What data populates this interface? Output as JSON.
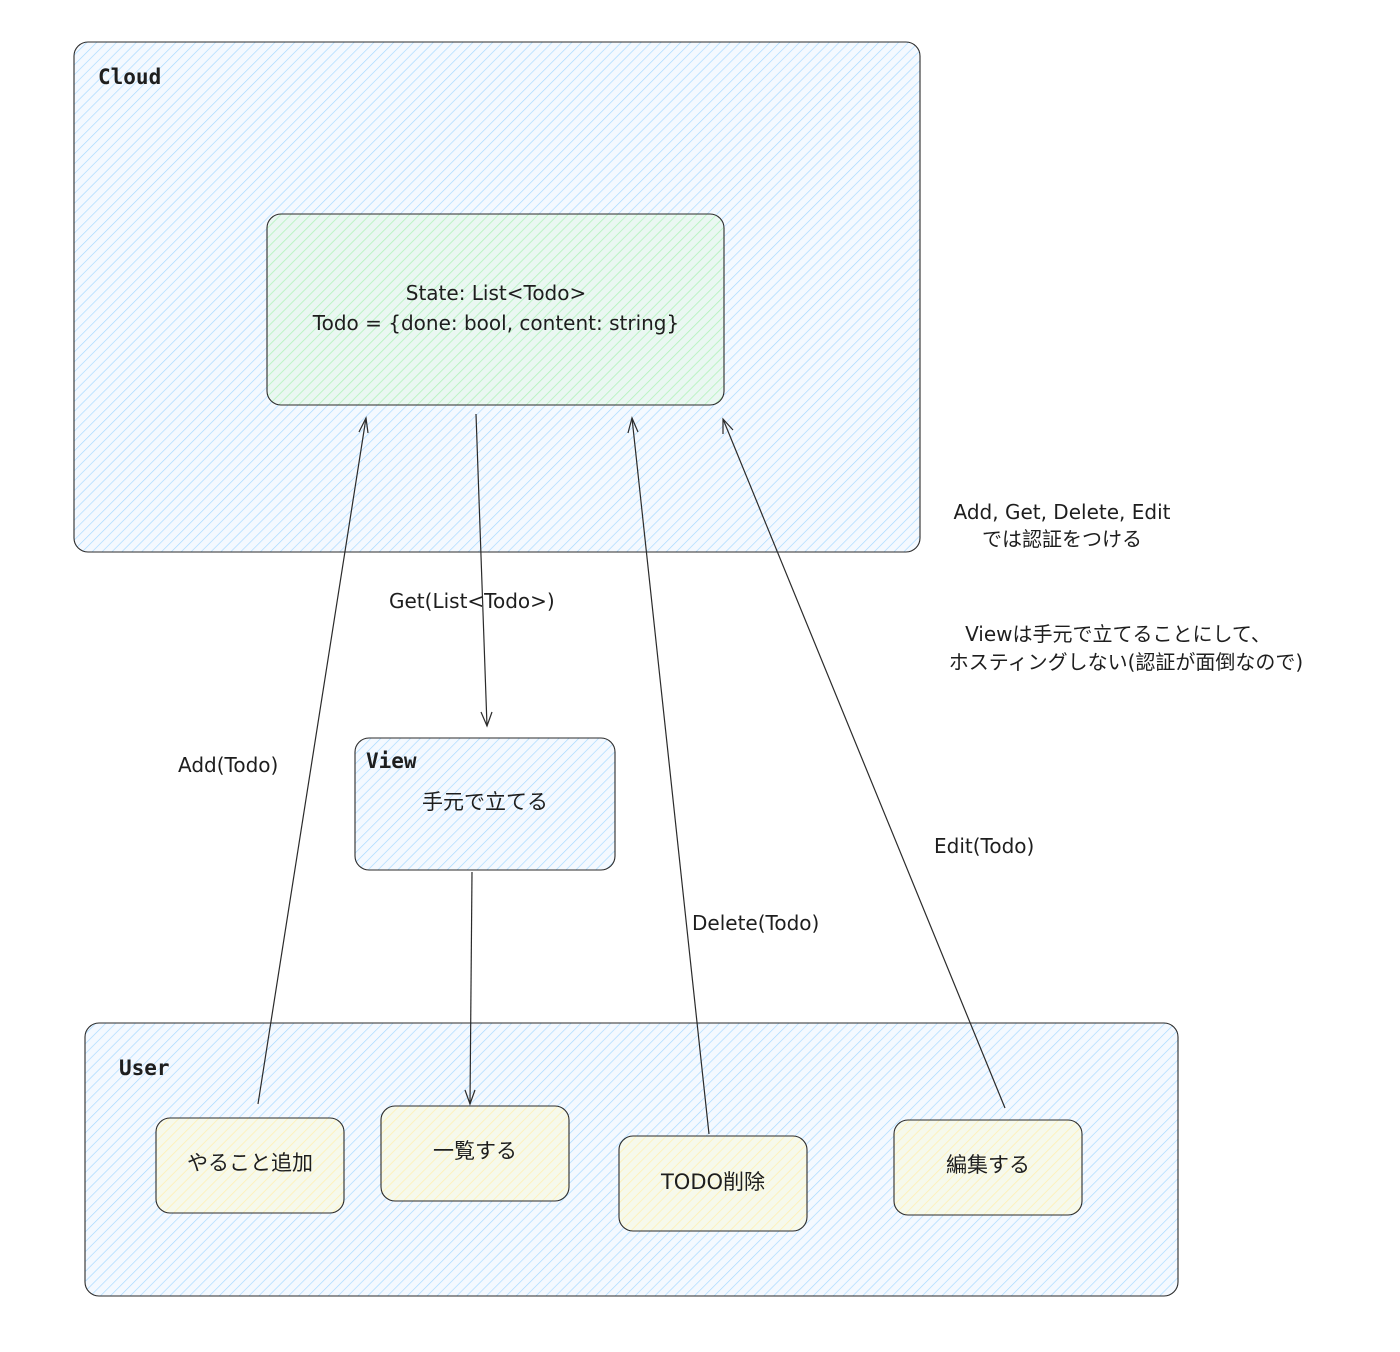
{
  "colors": {
    "cloud_fill": "#a5d8ff",
    "state_fill": "#b2f2bb",
    "action_fill": "#ffec99",
    "stroke": "#1e1e1e"
  },
  "cloud": {
    "title": "Cloud",
    "state_line1": "State: List<Todo>",
    "state_line2": "Todo = {done: bool, content: string}"
  },
  "view": {
    "title": "View",
    "body": "手元で立てる"
  },
  "user": {
    "title": "User",
    "actions": [
      "やること追加",
      "一覧する",
      "TODO削除",
      "編集する"
    ]
  },
  "edges": {
    "add": "Add(Todo)",
    "get": "Get(List<Todo>)",
    "delete": "Delete(Todo)",
    "edit": "Edit(Todo)"
  },
  "notes": {
    "auth_line1": "Add, Get, Delete, Edit",
    "auth_line2": "では認証をつける",
    "hosting_line1": "Viewは手元で立てることにして、",
    "hosting_line2": "ホスティングしない(認証が面倒なので)"
  }
}
